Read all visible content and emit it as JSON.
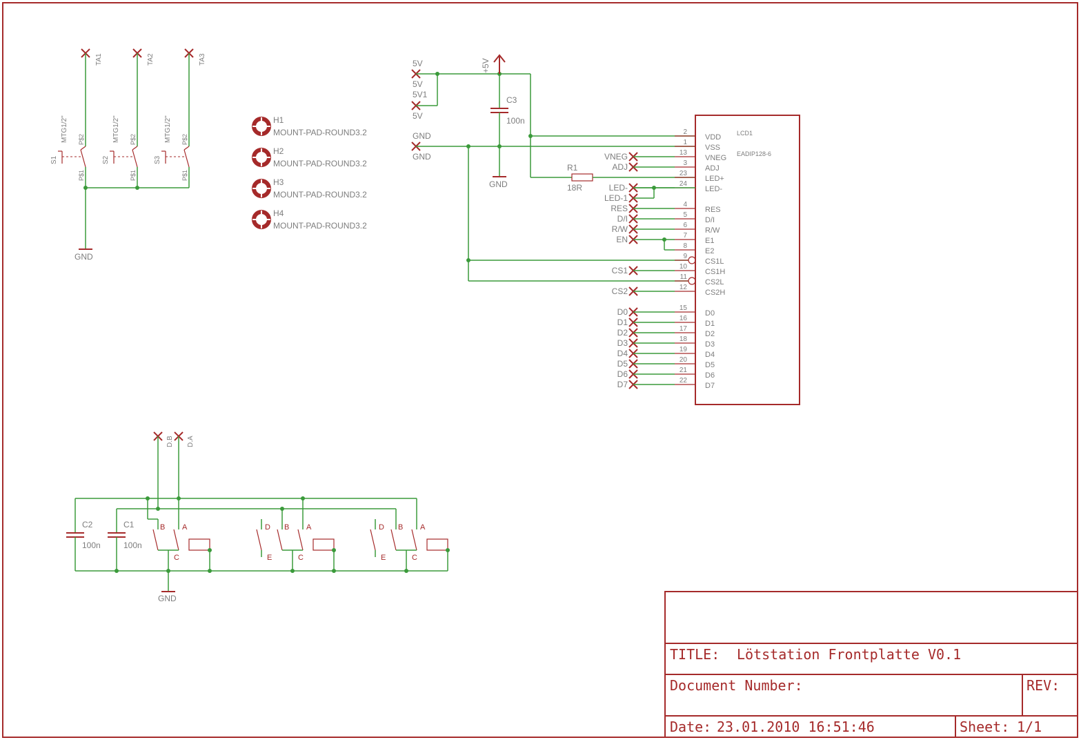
{
  "title_block": {
    "title_label": "TITLE:",
    "title_value": "Lötstation Frontplatte V0.1",
    "doc_number_label": "Document Number:",
    "rev_label": "REV:",
    "date_label": "Date:",
    "date_value": "23.01.2010 16:51:46",
    "sheet_label": "Sheet:",
    "sheet_value": "1/1"
  },
  "switches": {
    "terminals": [
      "TA1",
      "TA2",
      "TA3"
    ],
    "names": [
      "S1",
      "S2",
      "S3"
    ],
    "mtg": "MTG1/2\"",
    "pin2": "P$2",
    "pin1": "P$1",
    "gnd": "GND"
  },
  "mount_pads": {
    "names": [
      "H1",
      "H2",
      "H3",
      "H4"
    ],
    "value": "MOUNT-PAD-ROUND3.2"
  },
  "power": {
    "vcc": "+5V",
    "net_5v_top": "5V",
    "net_5v_a": "5V",
    "net_5v1": "5V1",
    "net_5v_b": "5V",
    "gnd_a": "GND",
    "gnd_b": "GND",
    "c3_name": "C3",
    "c3_value": "100n",
    "c3_gnd": "GND",
    "r1_name": "R1",
    "r1_value": "18R"
  },
  "lcd": {
    "name": "LCD1",
    "part": "EADIP128-6",
    "pins": [
      {
        "num": "2",
        "name": "VDD",
        "net": ""
      },
      {
        "num": "1",
        "name": "VSS",
        "net": ""
      },
      {
        "num": "13",
        "name": "VNEG",
        "net": "VNEG"
      },
      {
        "num": "3",
        "name": "ADJ",
        "net": "ADJ"
      },
      {
        "num": "23",
        "name": "LED+",
        "net": ""
      },
      {
        "num": "24",
        "name": "LED-",
        "net": "LED-"
      },
      {
        "num": "",
        "name": "",
        "net": "LED-1"
      },
      {
        "num": "4",
        "name": "RES",
        "net": "RES"
      },
      {
        "num": "5",
        "name": "D/I",
        "net": "D/I"
      },
      {
        "num": "6",
        "name": "R/W",
        "net": "R/W"
      },
      {
        "num": "7",
        "name": "E1",
        "net": "EN"
      },
      {
        "num": "8",
        "name": "E2",
        "net": ""
      },
      {
        "num": "9",
        "name": "CS1L",
        "net": ""
      },
      {
        "num": "10",
        "name": "CS1H",
        "net": "CS1"
      },
      {
        "num": "11",
        "name": "CS2L",
        "net": ""
      },
      {
        "num": "12",
        "name": "CS2H",
        "net": "CS2"
      },
      {
        "num": "",
        "name": "",
        "net": ""
      },
      {
        "num": "15",
        "name": "D0",
        "net": "D0"
      },
      {
        "num": "16",
        "name": "D1",
        "net": "D1"
      },
      {
        "num": "17",
        "name": "D2",
        "net": "D2"
      },
      {
        "num": "18",
        "name": "D3",
        "net": "D3"
      },
      {
        "num": "19",
        "name": "D4",
        "net": "D4"
      },
      {
        "num": "20",
        "name": "D5",
        "net": "D5"
      },
      {
        "num": "21",
        "name": "D6",
        "net": "D6"
      },
      {
        "num": "22",
        "name": "D7",
        "net": "D7"
      }
    ]
  },
  "encoder": {
    "net_db": "D.B",
    "net_da": "D.A",
    "c2_name": "C2",
    "c2_value": "100n",
    "c1_name": "C1",
    "c1_value": "100n",
    "gnd": "GND",
    "label_a": "A",
    "label_b": "B",
    "label_c": "C",
    "label_d": "D",
    "label_e": "E"
  },
  "colors": {
    "symbol": "#a52a2a",
    "wire": "#3a9a3a",
    "text": "#7d7d7d",
    "background": "#ffffff"
  }
}
